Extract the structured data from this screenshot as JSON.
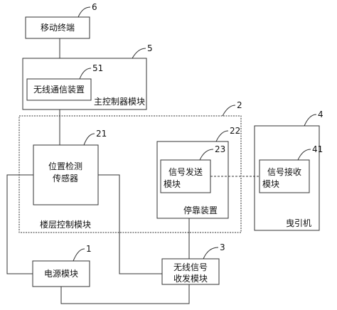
{
  "blocks": {
    "mobile_terminal": "移动终端",
    "wireless_comm": "无线通信装置",
    "main_controller": "主控制器模块",
    "position_sensor": [
      "位置检测",
      "传感器"
    ],
    "signal_send": [
      "信号发送",
      "模块"
    ],
    "docking": "停靠装置",
    "floor_control": "楼层控制模块",
    "signal_receive": [
      "信号接收",
      "模块"
    ],
    "traction": "曳引机",
    "power": "电源模块",
    "wireless_transceiver": [
      "无线信号",
      "收发模块"
    ]
  },
  "refs": {
    "mobile_terminal": "6",
    "main_controller": "5",
    "wireless_comm": "51",
    "floor_control": "2",
    "position_sensor": "21",
    "docking": "22",
    "signal_send": "23",
    "traction": "4",
    "signal_receive": "41",
    "power": "1",
    "wireless_transceiver": "3"
  }
}
